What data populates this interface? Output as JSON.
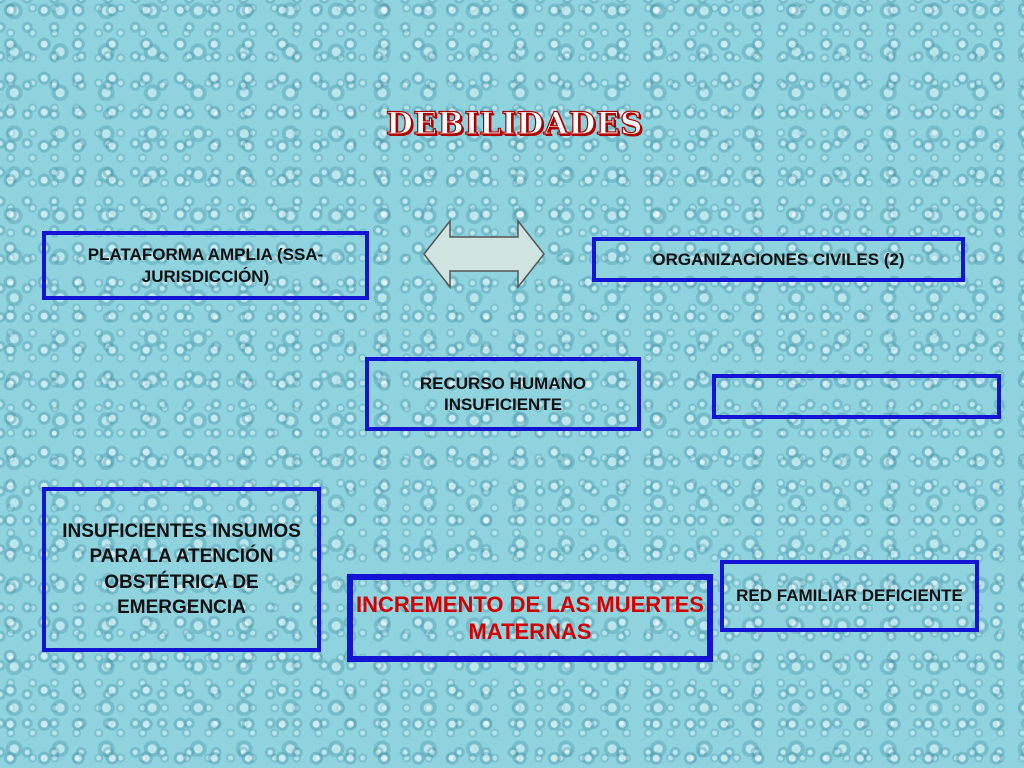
{
  "title": "DEBILIDADES",
  "boxes": {
    "plataforma": "PLATAFORMA  AMPLIA (SSA- JURISDICCIÓN)",
    "organizaciones": "ORGANIZACIONES CIVILES (2)",
    "recurso": "RECURSO HUMANO INSUFICIENTE",
    "empty": "",
    "insumos": "INSUFICIENTES INSUMOS PARA LA ATENCIÓN OBSTÉTRICA DE EMERGENCIA",
    "incremento": "INCREMENTO DE LAS MUERTES MATERNAS",
    "red": "RED FAMILIAR DEFICIENTE"
  },
  "colors": {
    "border": "#1414d6",
    "title_text": "#b00000",
    "highlight_text": "#d40000",
    "arrow_fill": "#cfe4e0",
    "background": "#8fd3df"
  },
  "icons": {
    "connector": "double-headed-arrow-icon"
  }
}
